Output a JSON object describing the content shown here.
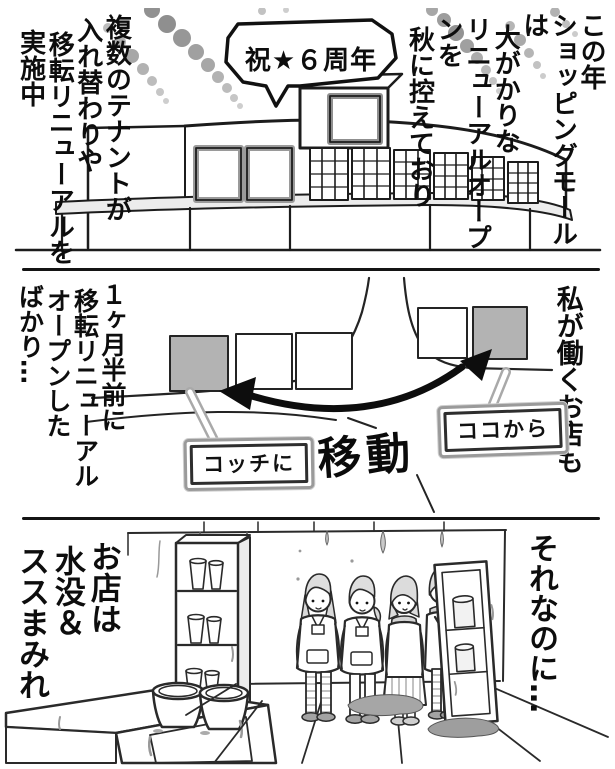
{
  "panel1": {
    "narration_right": [
      "この年",
      "ショッピングモールは",
      "大がかりな",
      "リニューアルオープンを",
      "秋に控えており"
    ],
    "narration_left": [
      "複数のテナントが",
      "入れ替わりや",
      "移転リニューアルを",
      "実施中"
    ],
    "bubble": "祝★６周年"
  },
  "panel2": {
    "narration_left": [
      "１ヶ月半前に",
      "移転リニューアル",
      "オープンした",
      "ばかり…"
    ],
    "narration_right": [
      "私が働くお店も"
    ],
    "label_move": "移動",
    "label_from_here": "ココから",
    "label_to_here": "コッチに",
    "map": {
      "left_row_units": [
        "gray",
        "white",
        "white"
      ],
      "right_row_units": [
        "white",
        "gray"
      ]
    }
  },
  "panel3": {
    "narration_right": [
      "それなのに…"
    ],
    "narration_left": [
      "お店は",
      "水没＆",
      "ススまみれ"
    ]
  },
  "colors": {
    "ink": "#1c1c1c",
    "unit_highlight": "#b3b3b3",
    "puddle": "#a6a6a6",
    "halftone": "#a7a7a7",
    "background": "#ffffff"
  }
}
